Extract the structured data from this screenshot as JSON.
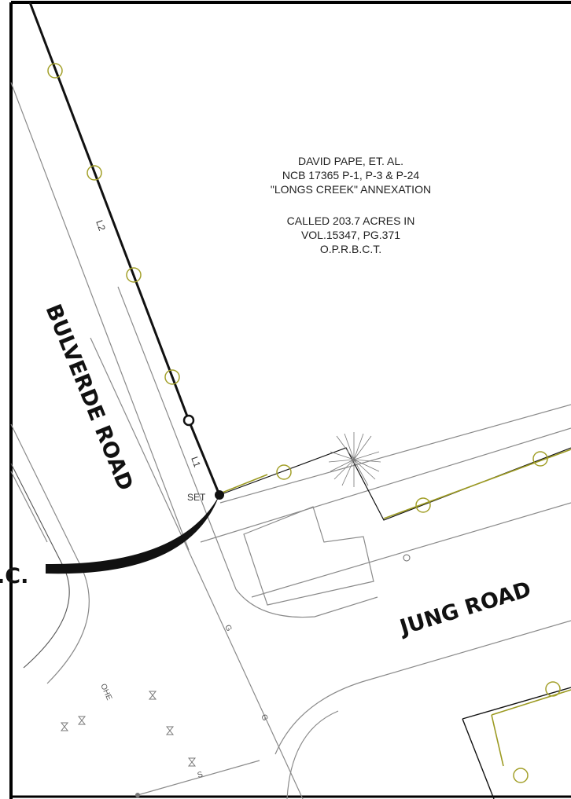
{
  "owner_note": {
    "line1": "DAVID PAPE, ET. AL.",
    "line2": "NCB 17365 P-1, P-3 & P-24",
    "line3": "\"LONGS CREEK\" ANNEXATION",
    "line4": "CALLED 203.7 ACRES IN",
    "line5": "VOL.15347, PG.371",
    "line6": "O.P.R.B.C.T."
  },
  "roads": {
    "bulverde": "BULVERDE ROAD",
    "jung": "JUNG ROAD"
  },
  "line_labels": {
    "l1": "L1",
    "l2": "L2"
  },
  "point_label": "SET",
  "left_fragment": ".C.",
  "utility_labels": {
    "gas_1": "G",
    "gas_2": "G",
    "ohe": "OHE",
    "sewer": "S"
  },
  "colors": {
    "boundary": "#111111",
    "linework": "#8a8a8a",
    "olive": "#a3a02a"
  }
}
